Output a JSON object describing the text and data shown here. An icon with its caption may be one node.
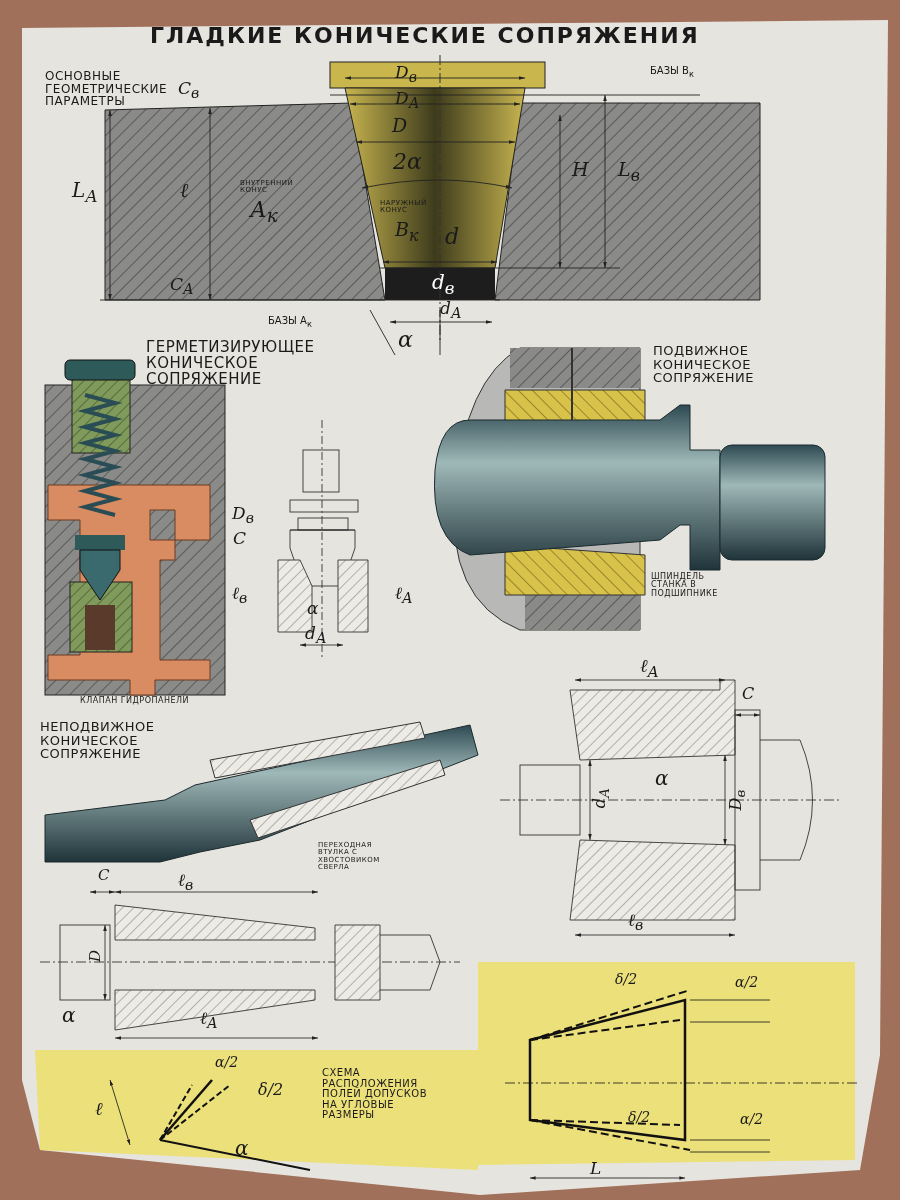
{
  "diagram": {
    "title": "ГЛАДКИЕ КОНИЧЕСКИЕ СОПРЯЖЕНИЯ",
    "labels": [
      "ОСНОВНЫЕ ГЕОМЕТРИЧЕСКИЕ ПАРАМЕТРЫ",
      "D$_{в}$",
      "БАЗЫ В$_{к}$",
      "C$_{в}$",
      "D$_{А}$",
      "D",
      "L$_{А}$",
      "ℓ",
      "2α",
      "H",
      "L$_{в}$",
      "ВНУТРЕННИЙ КОНУС",
      "А$_{к}$",
      "НАРУЖНЫЙ КОНУС",
      "В$_{к}$",
      "d",
      "C$_{А}$",
      "d$_{в}$",
      "БАЗЫ А$_{к}$",
      "d$_{А}$",
      "α",
      "ГЕРМЕТИЗИРУЮЩЕЕ КОНИЧЕСКОЕ СОПРЯЖЕНИЕ",
      "D$_{в}$",
      "C",
      "ℓ$_{в}$",
      "α",
      "ℓ$_{А}$",
      "d$_{А}$",
      "КЛАПАН ГИДРОПАНЕЛИ",
      "ПОДВИЖНОЕ КОНИЧЕСКОЕ СОПРЯЖЕНИЕ",
      "ШПИНДЕЛЬ СТАНКА В ПОДШИПНИКЕ",
      "НЕПОДВИЖНОЕ КОНИЧЕСКОЕ СОПРЯЖЕНИЕ",
      "ℓ$_{А}$",
      "C",
      "α",
      "d$_{А}$",
      "D$_{в}$",
      "ПЕРЕХОДНАЯ ВТУЛКА С ХВОСТОВИКОМ СВЕРЛА",
      "ℓ$_{в}$",
      "C",
      "ℓ$_{в}$",
      "D",
      "α",
      "ℓ$_{А}$",
      "δ/2",
      "α/2",
      "α/2",
      "δ/2",
      "СХЕМА РАСПОЛОЖЕНИЯ ПОЛЕЙ ДОПУСКОВ НА УГЛОВЫЕ РАЗМЕРЫ",
      "ℓ",
      "δ/2",
      "α/2",
      "α",
      "L"
    ]
  }
}
